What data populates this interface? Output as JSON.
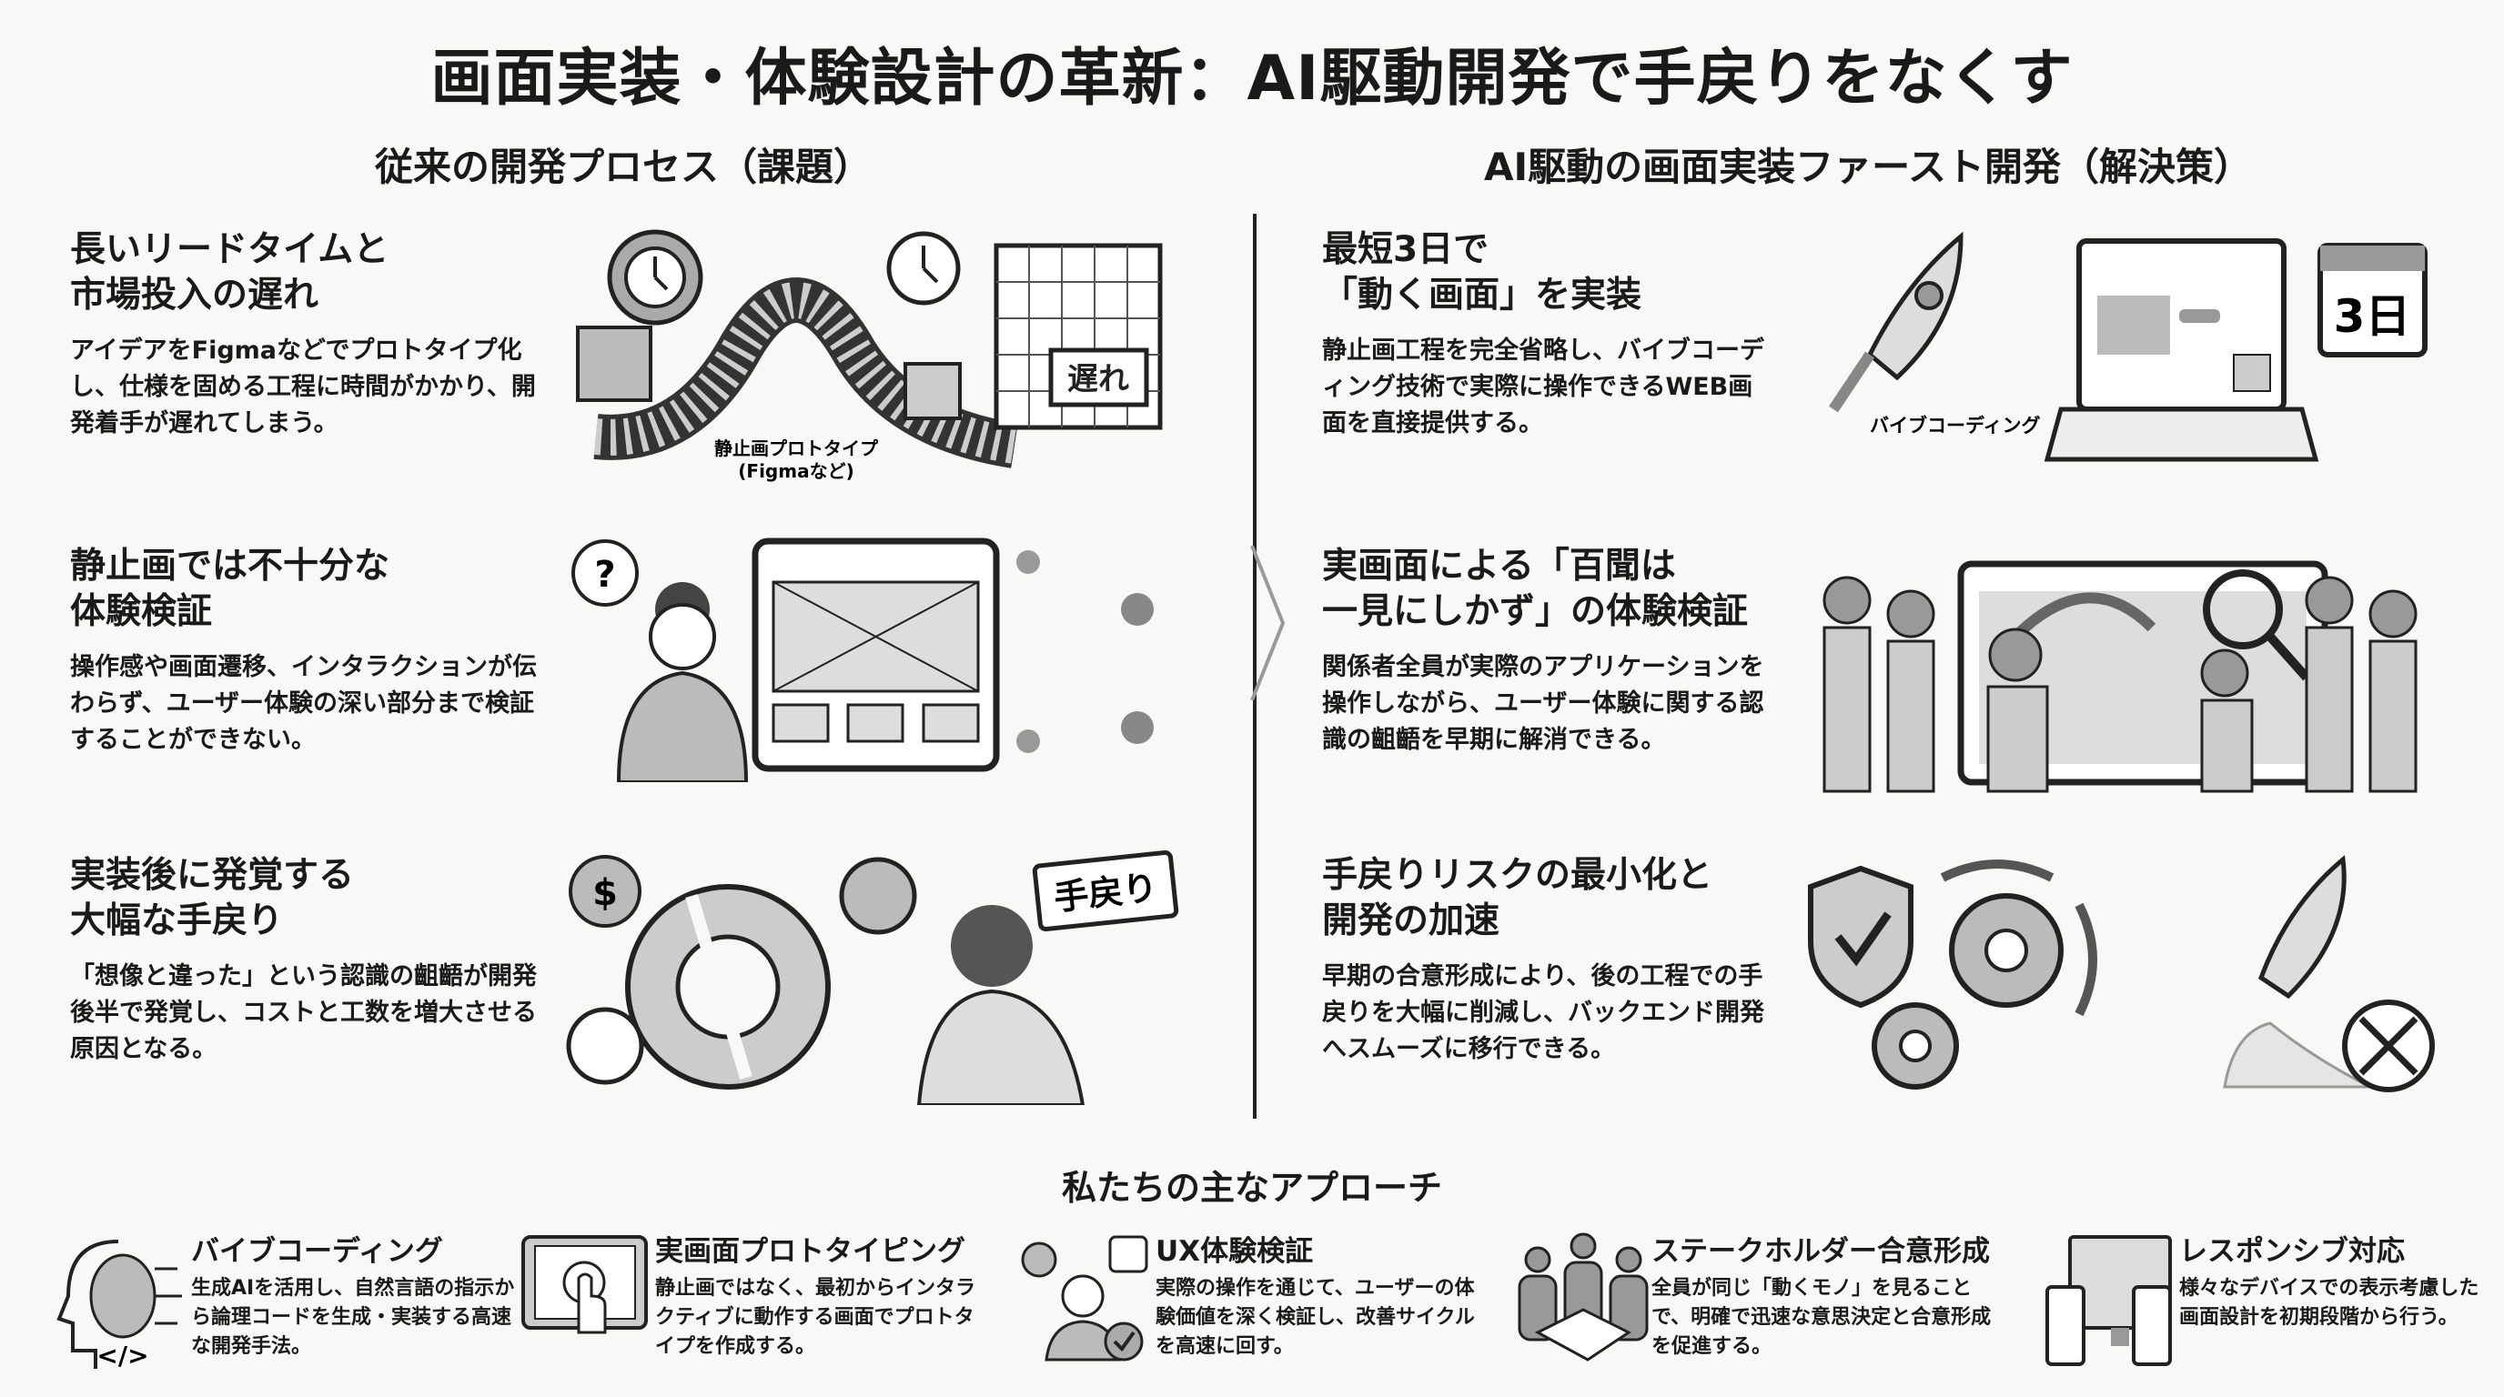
{
  "title": "画面実装・体験設計の革新：AI駆動開発で手戻りをなくす",
  "left": {
    "heading": "従来の開発プロセス（課題）",
    "blocks": [
      {
        "title": "長いリードタイムと\n市場投入の遅れ",
        "body": "アイデアをFigmaなどでプロトタイプ化し、仕様を固める工程に時間がかかり、開発着手が遅れてしまう。",
        "label1": "静止画プロトタイプ",
        "label2": "(Figmaなど)",
        "stamp": "遅れ"
      },
      {
        "title": "静止画では不十分な\n体験検証",
        "body": "操作感や画面遷移、インタラクションが伝わらず、ユーザー体験の深い部分まで検証することができない。",
        "mark": "?"
      },
      {
        "title": "実装後に発覚する\n大幅な手戻り",
        "body": "「想像と違った」という認識の齟齬が開発後半で発覚し、コストと工数を増大させる原因となる。",
        "stamp": "手戻り",
        "coin": "$"
      }
    ]
  },
  "right": {
    "heading": "AI駆動の画面実装ファースト開発（解決策）",
    "blocks": [
      {
        "title": "最短3日で\n「動く画面」を実装",
        "body": "静止画工程を完全省略し、バイブコーディング技術で実際に操作できるWEB画面を直接提供する。",
        "label": "バイブコーディング",
        "calendar": "3日"
      },
      {
        "title": "実画面による「百聞は\n一見にしかず」の体験検証",
        "body": "関係者全員が実際のアプリケーションを操作しながら、ユーザー体験に関する認識の齟齬を早期に解消できる。"
      },
      {
        "title": "手戻りリスクの最小化と\n開発の加速",
        "body": "早期の合意形成により、後の工程での手戻りを大幅に削減し、バックエンド開発へスムーズに移行できる。"
      }
    ]
  },
  "approach": {
    "heading": "私たちの主なアプローチ",
    "items": [
      {
        "icon": "brain-code-icon",
        "title": "バイブコーディング",
        "body": "生成AIを活用し、自然言語の指示から論理コードを生成・実装する高速な開発手法。"
      },
      {
        "icon": "tablet-touch-icon",
        "title": "実画面プロトタイピング",
        "body": "静止画ではなく、最初からインタラクティブに動作する画面でプロトタイプを作成する。"
      },
      {
        "icon": "user-feedback-icon",
        "title": "UX体験検証",
        "body": "実際の操作を通じて、ユーザーの体験価値を深く検証し、改善サイクルを高速に回す。"
      },
      {
        "icon": "handshake-icon",
        "title": "ステークホルダー合意形成",
        "body": "全員が同じ「動くモノ」を見ることで、明確で迅速な意思決定と合意形成を促進する。"
      },
      {
        "icon": "devices-icon",
        "title": "レスポンシブ対応",
        "body": "様々なデバイスでの表示考慮した画面設計を初期段階から行う。"
      }
    ]
  },
  "colors": {
    "ink": "#1a1a1a",
    "gray": "#8a8a8a",
    "light": "#d4d4d4",
    "bg": "#f8f8f6"
  }
}
